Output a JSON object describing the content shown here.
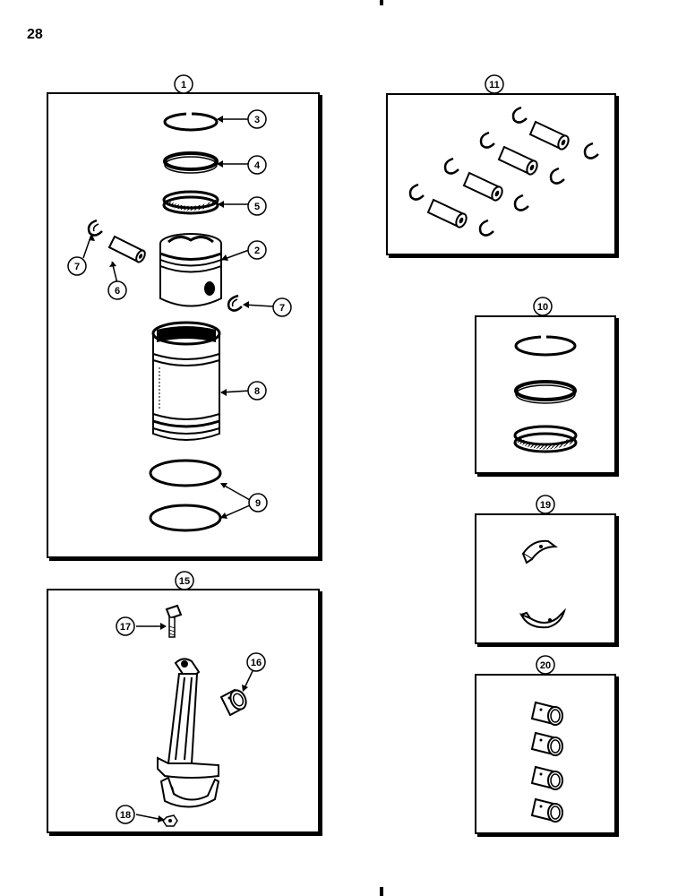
{
  "page": {
    "number": "28"
  },
  "callouts": {
    "c1": "1",
    "c2": "2",
    "c3": "3",
    "c4": "4",
    "c5": "5",
    "c6": "6",
    "c7a": "7",
    "c7b": "7",
    "c8": "8",
    "c9": "9",
    "c10": "10",
    "c11": "11",
    "c15": "15",
    "c16": "16",
    "c17": "17",
    "c18": "18",
    "c19": "19",
    "c20": "20"
  }
}
